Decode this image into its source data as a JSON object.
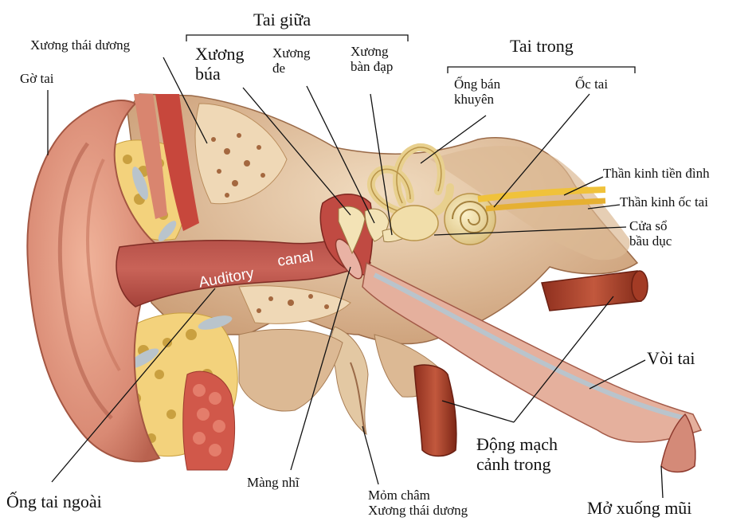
{
  "groups": {
    "middle_ear": "Tai giữa",
    "inner_ear": "Tai trong"
  },
  "labels": {
    "temporal_bone": "Xương thái dương",
    "pinna": "Gờ tai",
    "malleus": "Xương\nbúa",
    "incus": "Xương\nđe",
    "stapes": "Xương\nbàn đạp",
    "semicircular_canals": "Ống bán\nkhuyên",
    "cochlea": "Ốc tai",
    "vestibular_nerve": "Thần kinh tiền đình",
    "cochlear_nerve": "Thần kinh ốc tai",
    "oval_window": "Cửa sổ\nbầu dục",
    "eustachian_tube": "Vòi tai",
    "internal_carotid": "Động mạch\ncảnh trong",
    "nasopharynx_opening": "Mở xuống mũi",
    "mastoid_process": "Mỏm châm\nXương thái dương",
    "eardrum": "Màng nhĩ",
    "ear_canal": "Ống tai ngoài",
    "canal_word1": "Auditory",
    "canal_word2": "canal"
  }
}
